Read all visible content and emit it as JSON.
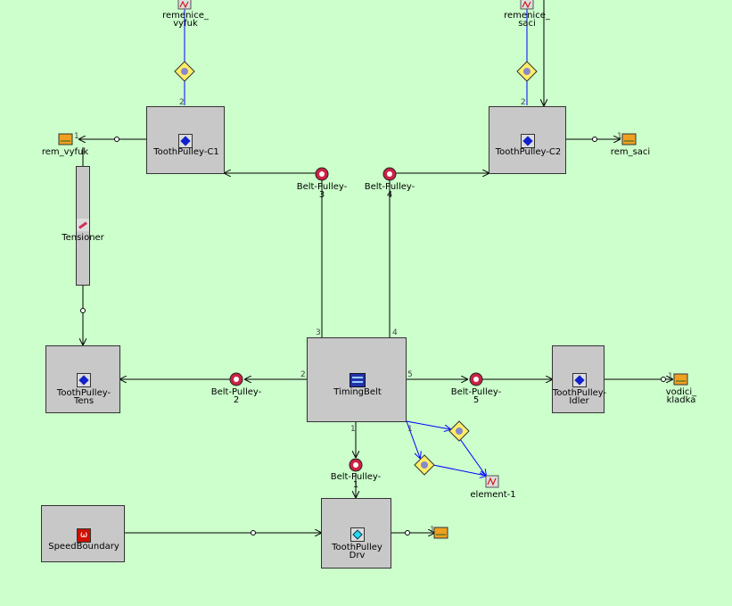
{
  "colors": {
    "background": "#ccffcc",
    "block": "#c8c8c8",
    "wire": "#000000",
    "signal": "#0000ff"
  },
  "blocks": {
    "tooth_pulley_c1": "ToothPulley-C1",
    "tooth_pulley_c2": "ToothPulley-C2",
    "tensioner": "Tensioner",
    "tooth_pulley_tens": [
      "ToothPulley-",
      "Tens"
    ],
    "timing_belt": "TimingBelt",
    "tooth_pulley_idler": [
      "ToothPulley-",
      "Idler"
    ],
    "speed_boundary": "SpeedBoundary",
    "tooth_pulley_drv": [
      "ToothPulley",
      "Drv"
    ]
  },
  "components": {
    "remenice_vyfuk": [
      "remenice_",
      "vyfuk"
    ],
    "remenice_saci": [
      "remenice_",
      "saci"
    ],
    "rem_vyfuk": "rem_vyfuk",
    "rem_saci": "rem_saci",
    "vodici_kladka": [
      "vodici_",
      "kladka"
    ],
    "element_1": "element-1",
    "belt_pulley_1": [
      "Belt-Pulley-",
      "1"
    ],
    "belt_pulley_2": [
      "Belt-Pulley-",
      "2"
    ],
    "belt_pulley_3": [
      "Belt-Pulley-",
      "3"
    ],
    "belt_pulley_4": [
      "Belt-Pulley-",
      "4"
    ],
    "belt_pulley_5": [
      "Belt-Pulley-",
      "5"
    ]
  },
  "port_numbers": {
    "c1_top": "2",
    "c2_top": "2",
    "rem_vyfuk": "1",
    "rem_saci": "1",
    "tb_3": "3",
    "tb_4": "4",
    "tb_2": "2",
    "tb_5": "5",
    "tb_1": "1",
    "tb_sig": "1",
    "vodici": "1",
    "drv_out": "1"
  }
}
